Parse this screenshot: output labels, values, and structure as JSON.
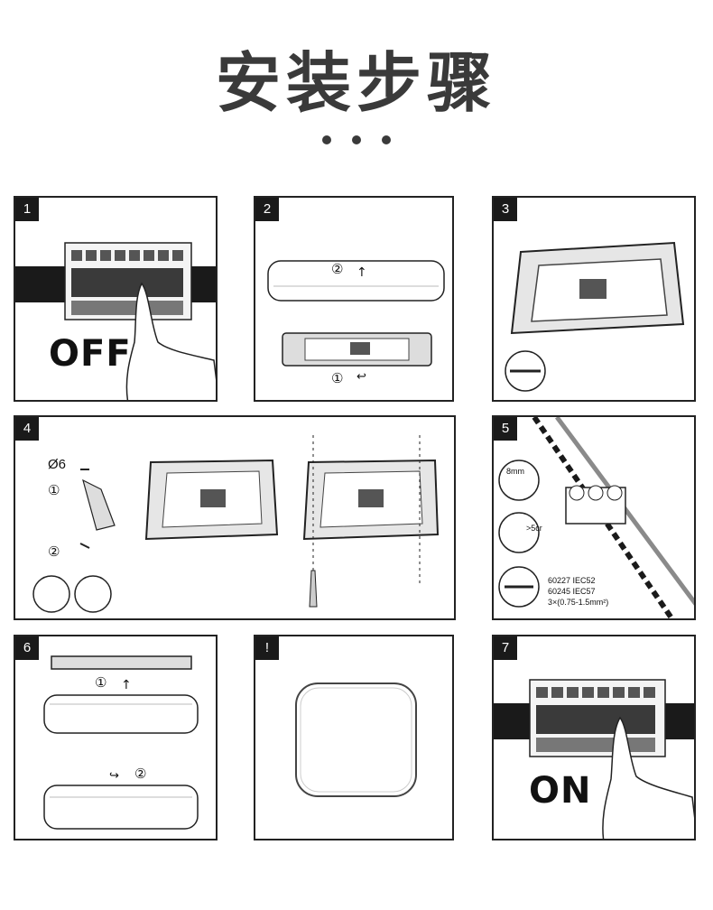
{
  "title": "安装步骤",
  "steps": [
    {
      "badge": "1",
      "word": "OFF"
    },
    {
      "badge": "2",
      "mark_top": "②",
      "mark_bottom": "①"
    },
    {
      "badge": "3"
    },
    {
      "badge": "4",
      "diameter": "Ø6",
      "mark_1": "①",
      "mark_2": "②"
    },
    {
      "badge": "5",
      "strip_length": "8mm",
      "min_gap": ">5cr",
      "spec_line_1": "60227 IEC52",
      "spec_line_2": "60245 IEC57",
      "spec_line_3": "3×(0.75-1.5mm²)"
    },
    {
      "badge": "6",
      "mark_1": "①",
      "mark_2": "②"
    },
    {
      "badge": "!"
    },
    {
      "badge": "7",
      "word": "ON"
    }
  ],
  "colors": {
    "ink": "#1a1a1a",
    "title": "#3a3a3a",
    "grey": "#8a8a8a",
    "light": "#e6e6e6"
  }
}
